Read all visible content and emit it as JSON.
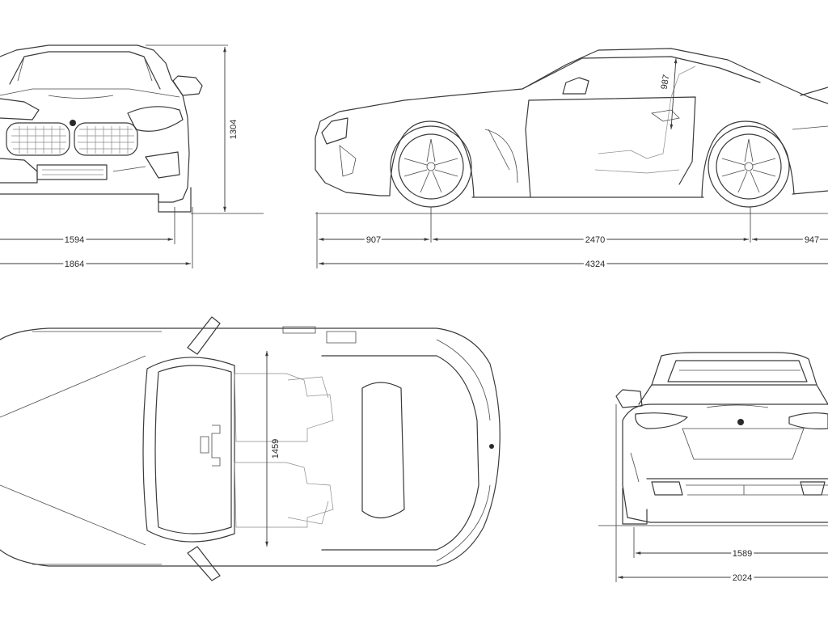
{
  "dimensions": {
    "front_track": "1594",
    "front_width": "1864",
    "height": "1304",
    "front_overhang": "907",
    "wheelbase": "2470",
    "rear_overhang": "947",
    "length": "4324",
    "seat_height": "987",
    "interior_width": "1459",
    "rear_track": "1589",
    "width_with_mirrors": "2024"
  },
  "colors": {
    "line": "#3a3a3a",
    "background": "#ffffff"
  },
  "icons": {
    "brand_logo": "bmw-roundel-icon"
  }
}
